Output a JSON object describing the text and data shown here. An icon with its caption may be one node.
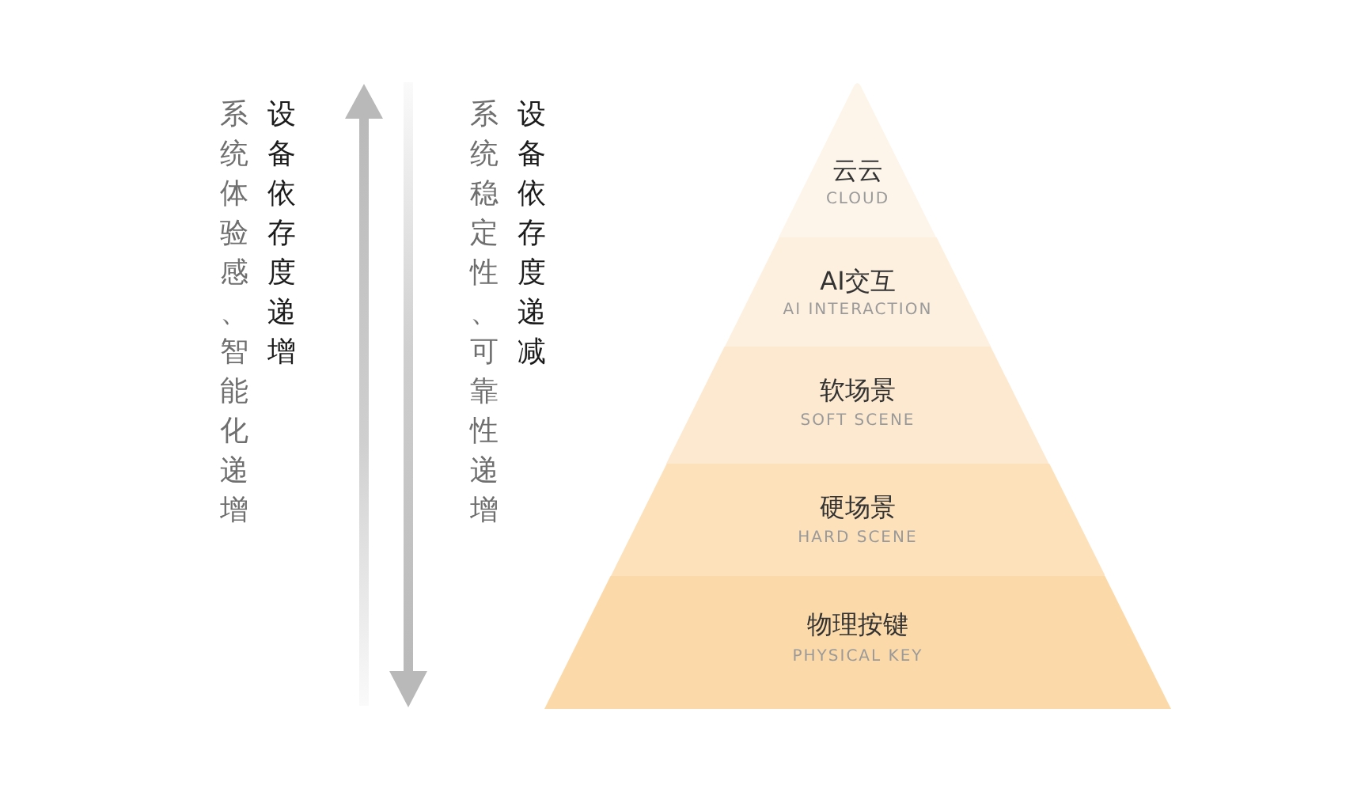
{
  "diagram": {
    "nodes": [
      {
        "text": [
          "云云",
          "CLOUD"
        ]
      },
      {
        "text": [
          "AI交互",
          "AI INTERACTION"
        ]
      },
      {
        "text": [
          "软场景",
          "SOFT SCENE"
        ]
      },
      {
        "text": [
          "硬场景",
          "HARD SCENE"
        ]
      },
      {
        "text": [
          "物理按键",
          "PHYSICAL KEY"
        ]
      }
    ],
    "labels": [
      "设备依存度递增",
      "系统体验感、智能化递增",
      "设备依存度递减",
      "系统稳定性、可靠性递增"
    ]
  }
}
